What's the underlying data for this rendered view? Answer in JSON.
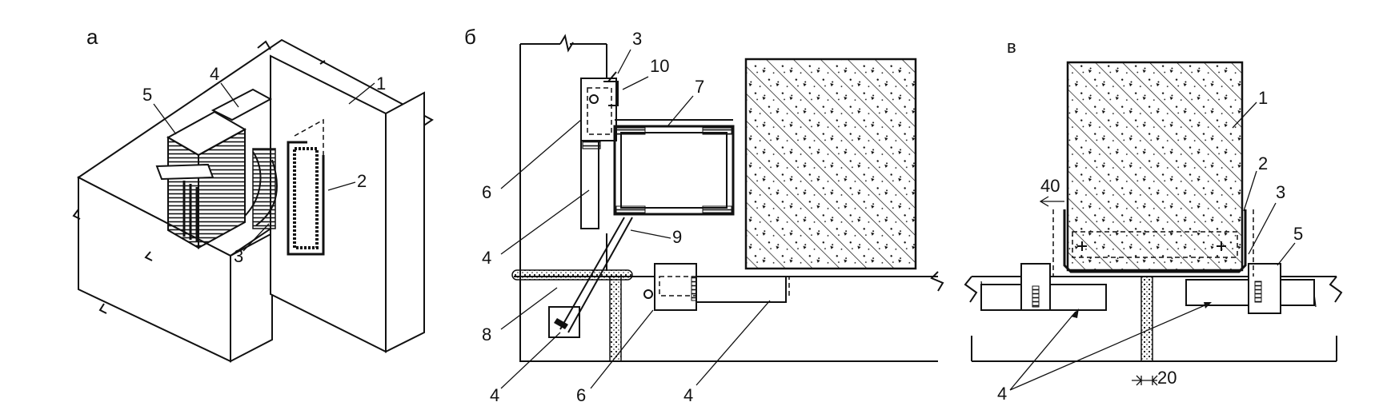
{
  "panels": {
    "a": {
      "letter": "а",
      "labels": [
        "1",
        "2",
        "3",
        "4",
        "5"
      ]
    },
    "b": {
      "letter": "б",
      "labels": [
        "3",
        "10",
        "7",
        "6",
        "4",
        "9",
        "8",
        "4",
        "6",
        "4"
      ]
    },
    "v": {
      "letter": "в",
      "labels": [
        "1",
        "2",
        "3",
        "5",
        "4"
      ],
      "dimensions": [
        "40",
        "20"
      ]
    }
  }
}
